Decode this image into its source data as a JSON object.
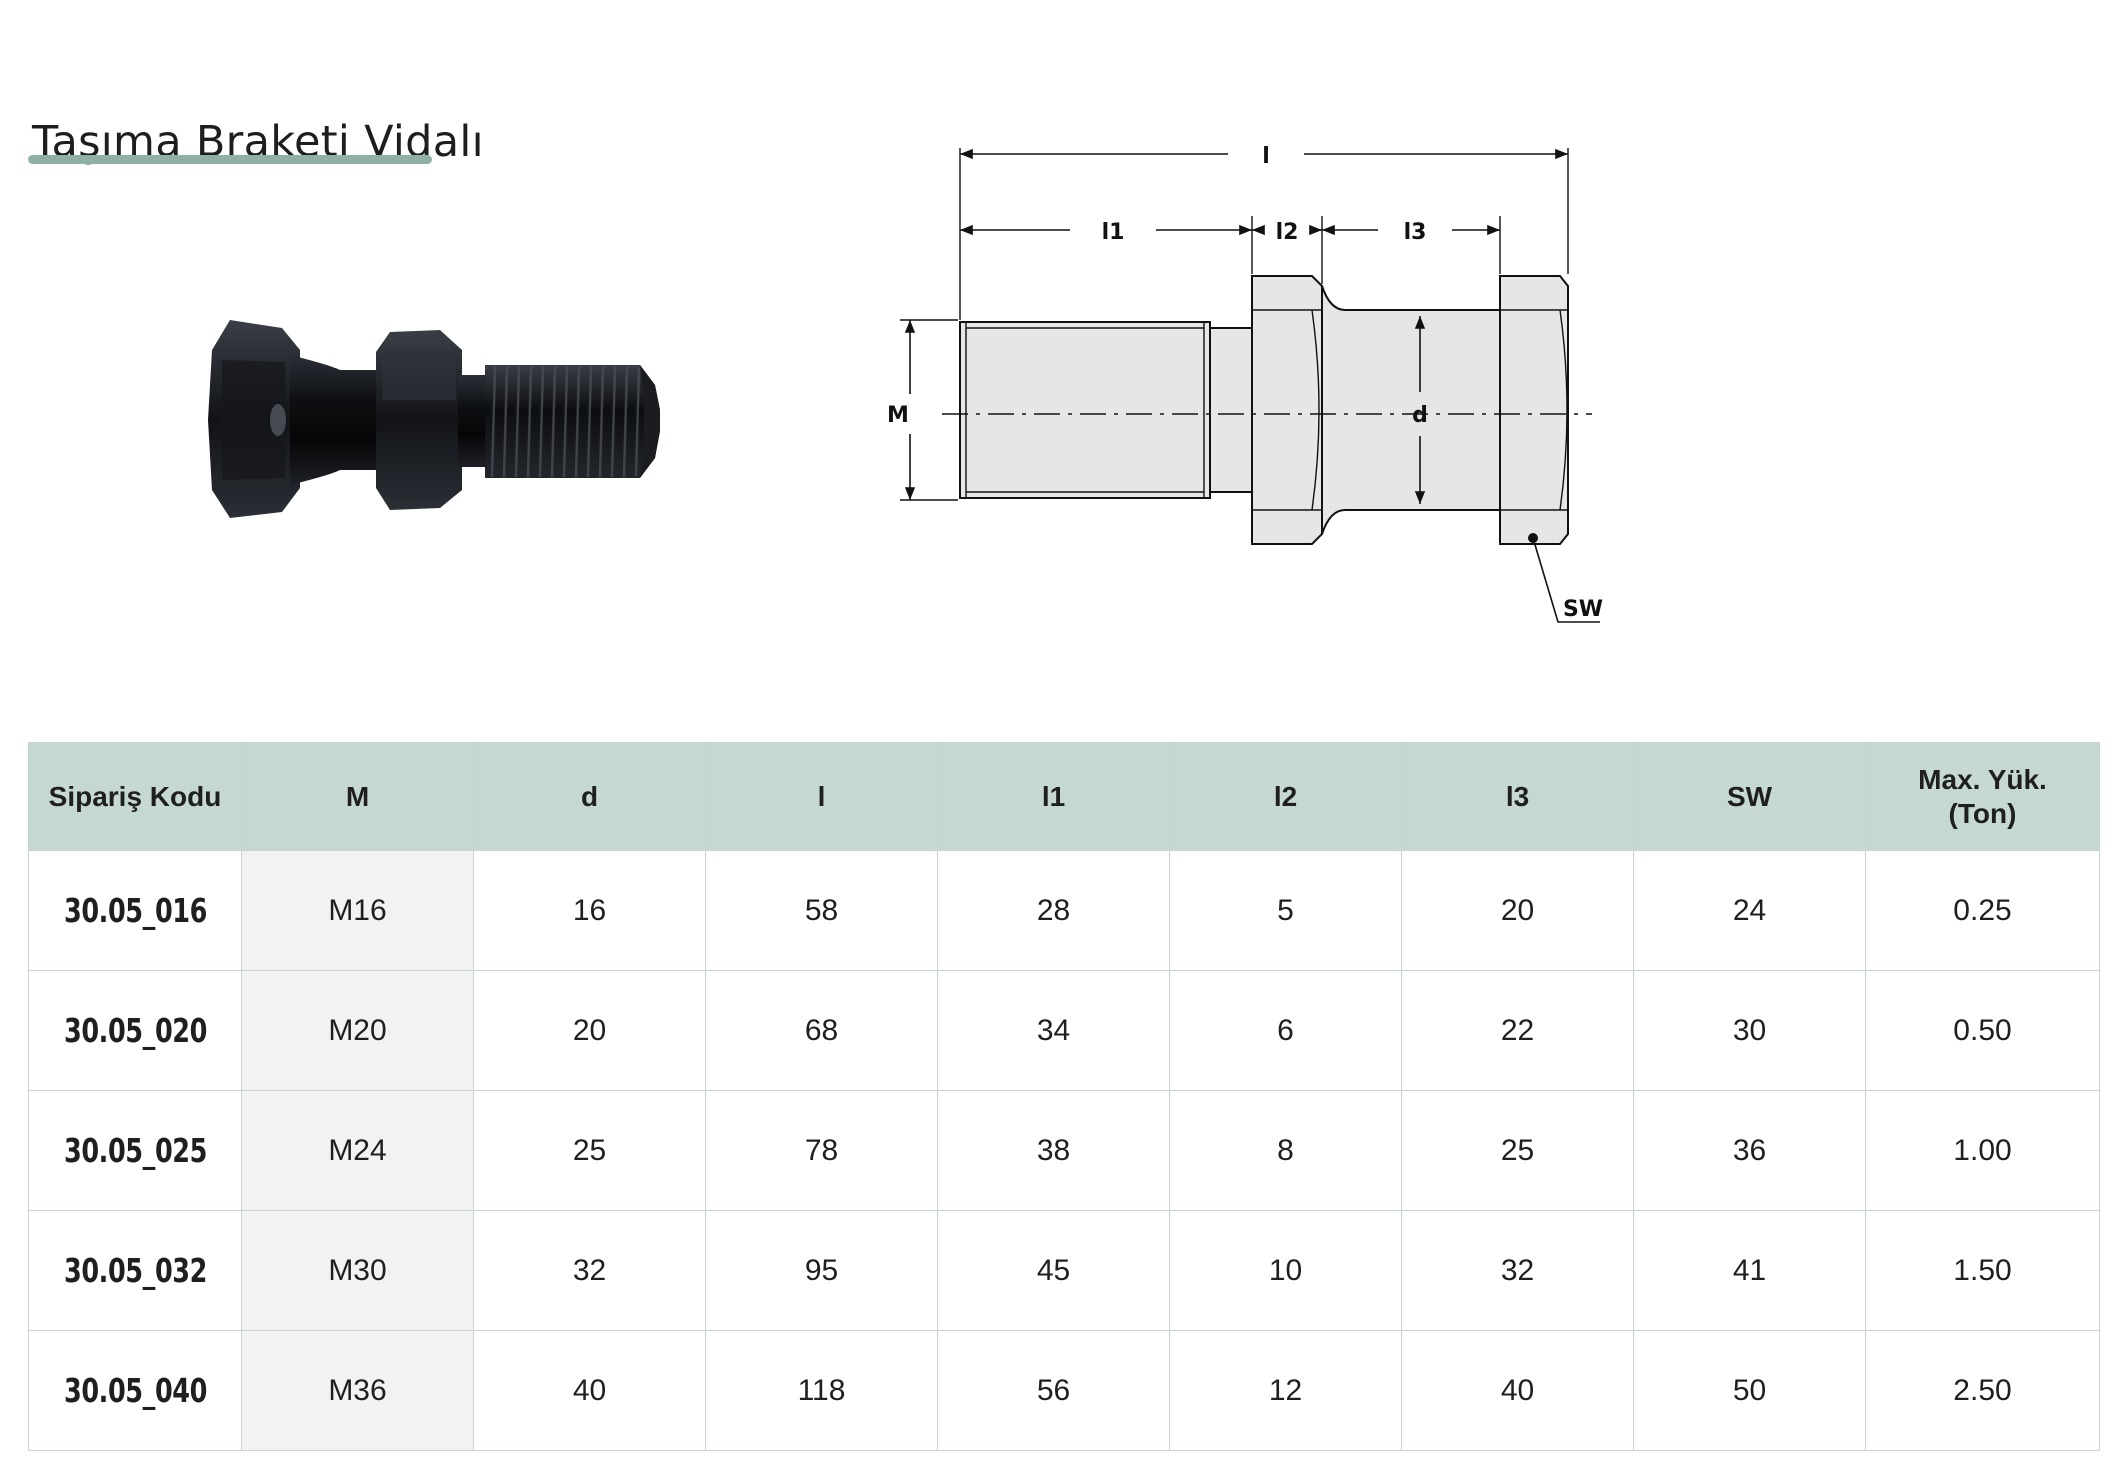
{
  "title": "Taşıma Braketi Vidalı",
  "colors": {
    "accent": "#8fb1a5",
    "header_bg": "#c6d8d3",
    "drawing_fill": "#e6e6e6"
  },
  "drawing": {
    "dims": {
      "l": "l",
      "l1": "l1",
      "l2": "l2",
      "l3": "l3",
      "M": "M",
      "d": "d",
      "SW": "SW"
    }
  },
  "table": {
    "headers": {
      "code": "Sipariş Kodu",
      "M": "M",
      "d": "d",
      "l": "l",
      "l1": "l1",
      "l2": "l2",
      "l3": "l3",
      "SW": "SW",
      "max_line1": "Max. Yük.",
      "max_line2": "(Ton)"
    },
    "rows": [
      {
        "code": "30.05_016",
        "M": "M16",
        "d": "16",
        "l": "58",
        "l1": "28",
        "l2": "5",
        "l3": "20",
        "SW": "24",
        "max": "0.25"
      },
      {
        "code": "30.05_020",
        "M": "M20",
        "d": "20",
        "l": "68",
        "l1": "34",
        "l2": "6",
        "l3": "22",
        "SW": "30",
        "max": "0.50"
      },
      {
        "code": "30.05_025",
        "M": "M24",
        "d": "25",
        "l": "78",
        "l1": "38",
        "l2": "8",
        "l3": "25",
        "SW": "36",
        "max": "1.00"
      },
      {
        "code": "30.05_032",
        "M": "M30",
        "d": "32",
        "l": "95",
        "l1": "45",
        "l2": "10",
        "l3": "32",
        "SW": "41",
        "max": "1.50"
      },
      {
        "code": "30.05_040",
        "M": "M36",
        "d": "40",
        "l": "118",
        "l1": "56",
        "l2": "12",
        "l3": "40",
        "SW": "50",
        "max": "2.50"
      }
    ]
  }
}
